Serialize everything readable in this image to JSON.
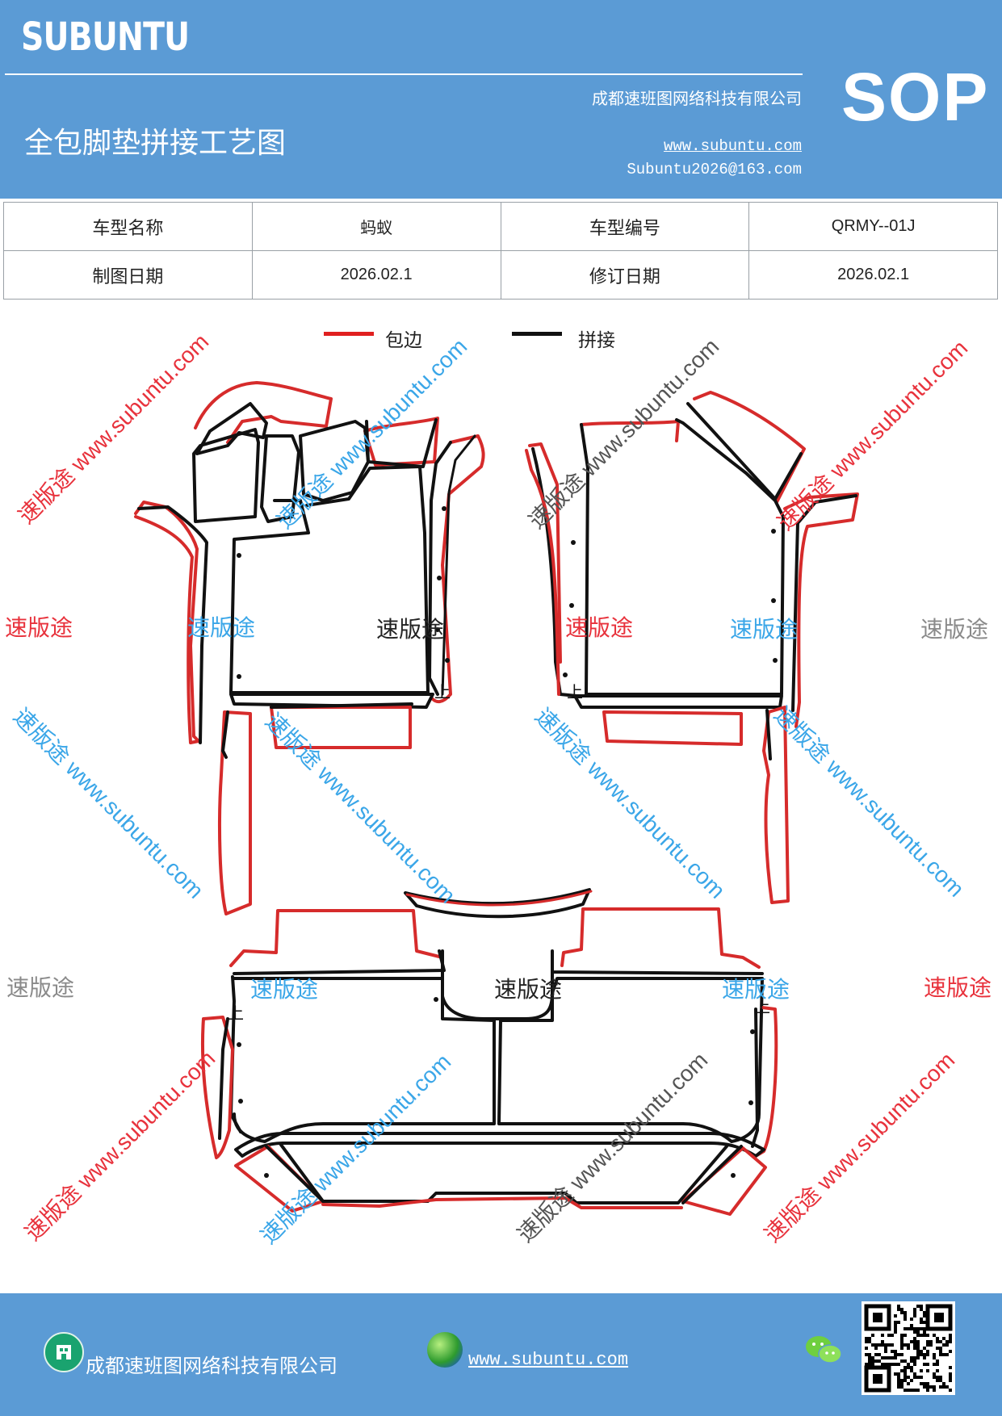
{
  "header": {
    "brand": "SUBUNTU",
    "company": "成都速班图网络科技有限公司",
    "title": "全包脚垫拼接工艺图",
    "website": "www.subuntu.com",
    "email": "Subuntu2026@163.com",
    "badge": "SOP",
    "background_color": "#5b9bd5"
  },
  "info_table": {
    "rows": [
      [
        {
          "label": "车型名称",
          "value": "蚂蚁"
        },
        {
          "label": "车型编号",
          "value": "QRMY--01J"
        }
      ],
      [
        {
          "label": "制图日期",
          "value": "2026.02.1"
        },
        {
          "label": "修订日期",
          "value": "2026.02.1"
        }
      ]
    ]
  },
  "legend": {
    "items": [
      {
        "label": "包边",
        "color": "#e02020"
      },
      {
        "label": "拼接",
        "color": "#111111"
      }
    ]
  },
  "diagram": {
    "up_marker": "上",
    "hem_color": "#d62b2b",
    "seam_color": "#111111"
  },
  "watermarks": {
    "brand_text": "速版途",
    "url_text": "速版途 www.subuntu.com",
    "colors": {
      "red": "#e8323c",
      "blue": "#3aa6e8",
      "gray": "#8a8a8a",
      "dark": "#222222"
    }
  },
  "footer": {
    "company": "成都速班图网络科技有限公司",
    "website": "www.subuntu.com",
    "company_icon": "building-icon",
    "website_icon": "globe-icon",
    "wechat_icon": "wechat-icon"
  }
}
